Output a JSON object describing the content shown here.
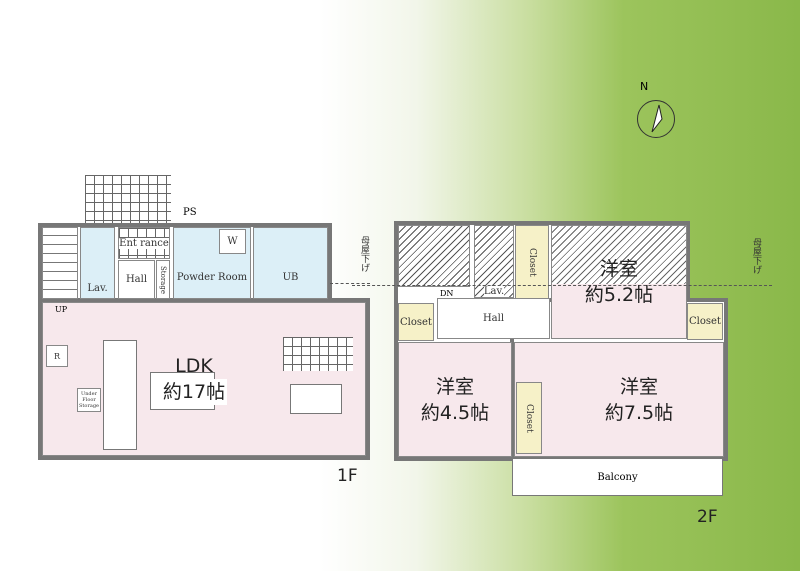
{
  "compass": {
    "label": "N"
  },
  "floor1": {
    "label": "1F",
    "rooms": {
      "entrance": "Ent rance",
      "hall": "Hall",
      "lav": "Lav.",
      "storage": "Storage",
      "powder": "Powder Room",
      "washer": "W",
      "ub": "UB",
      "ldk_name": "LDK",
      "ldk_size": "約17帖",
      "up": "UP",
      "fridge": "R",
      "underfloor": "Under Floor Storage",
      "ps": "PS"
    },
    "roof_note": "母屋下げ"
  },
  "floor2": {
    "label": "2F",
    "rooms": {
      "dn": "DN",
      "lav": "Lav.",
      "closet_top": "Closet",
      "room1_name": "洋室",
      "room1_size": "約5.2帖",
      "closet_left": "Closet",
      "hall": "Hall",
      "closet_right": "Closet",
      "room2_name": "洋室",
      "room2_size": "約4.5帖",
      "closet_mid": "Closet",
      "room3_name": "洋室",
      "room3_size": "約7.5帖",
      "balcony": "Balcony"
    },
    "roof_note": "母屋下げ"
  }
}
